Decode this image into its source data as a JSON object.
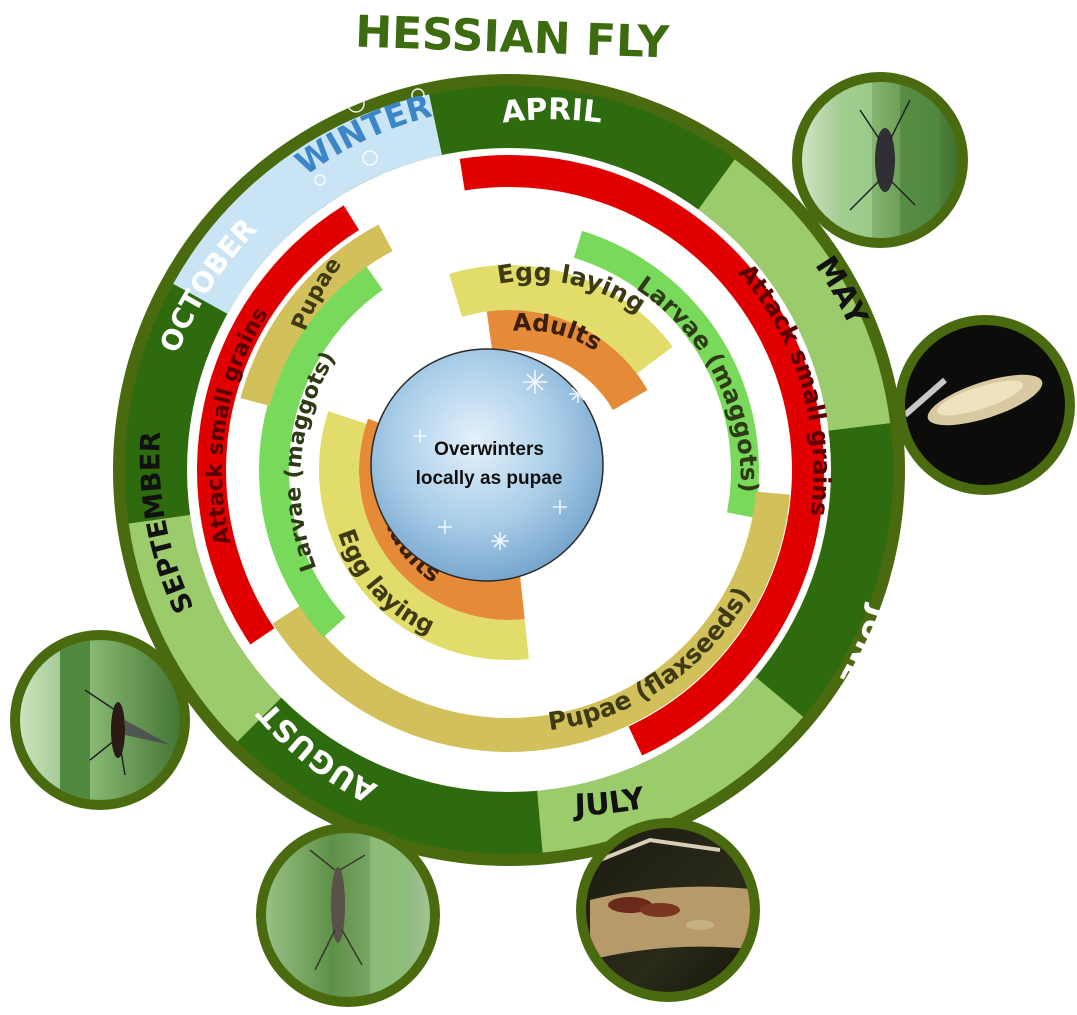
{
  "title": "HESSIAN FLY",
  "center_label": {
    "line1": "Overwinters",
    "line2": "locally as pupae"
  },
  "months": [
    {
      "id": "winter",
      "label": "WINTER"
    },
    {
      "id": "april",
      "label": "APRIL"
    },
    {
      "id": "may",
      "label": "MAY"
    },
    {
      "id": "june",
      "label": "JUNE"
    },
    {
      "id": "july",
      "label": "JULY"
    },
    {
      "id": "august",
      "label": "AUGUST"
    },
    {
      "id": "september",
      "label": "SEPTEMBER"
    },
    {
      "id": "october",
      "label": "OCTOBER"
    }
  ],
  "stages": {
    "attack_spring": "Attack small grains",
    "attack_fall": "Attack small grains",
    "larvae_spring": "Larvae (maggots)",
    "larvae_fall": "Larvae (maggots)",
    "pupae_summer": "Pupae (flaxseeds)",
    "pupae_fall": "Pupae",
    "egg_spring": "Egg laying",
    "egg_fall": "Egg laying",
    "adults_spring": "Adults",
    "adults_fall": "Adults"
  },
  "photos": [
    {
      "id": "adult-on-leaf-top",
      "subject": "adult fly on wheat stem"
    },
    {
      "id": "larva-closeup",
      "subject": "larva on dark background"
    },
    {
      "id": "pupae-flaxseeds",
      "subject": "flaxseed pupae in stem"
    },
    {
      "id": "adult-on-leaf-bottom",
      "subject": "adult fly on leaf blade"
    },
    {
      "id": "adult-on-leaf-left",
      "subject": "adult fly on leaf"
    }
  ],
  "colors": {
    "dark_green": "#2e6a0e",
    "light_green": "#9ccb6c",
    "outer_ring": "#4a6a10",
    "winter_bg": "#c9e4f5",
    "winter_text": "#3a86c6",
    "red": "#e00000",
    "red_text": "#5a0000",
    "larvae_green": "#79d95a",
    "pupae_tan": "#d2c05a",
    "egg_yellow": "#e2dc6a",
    "adults_orange": "#e58a36",
    "stage_text": "#3d3a14",
    "title": "#3c6b10"
  }
}
